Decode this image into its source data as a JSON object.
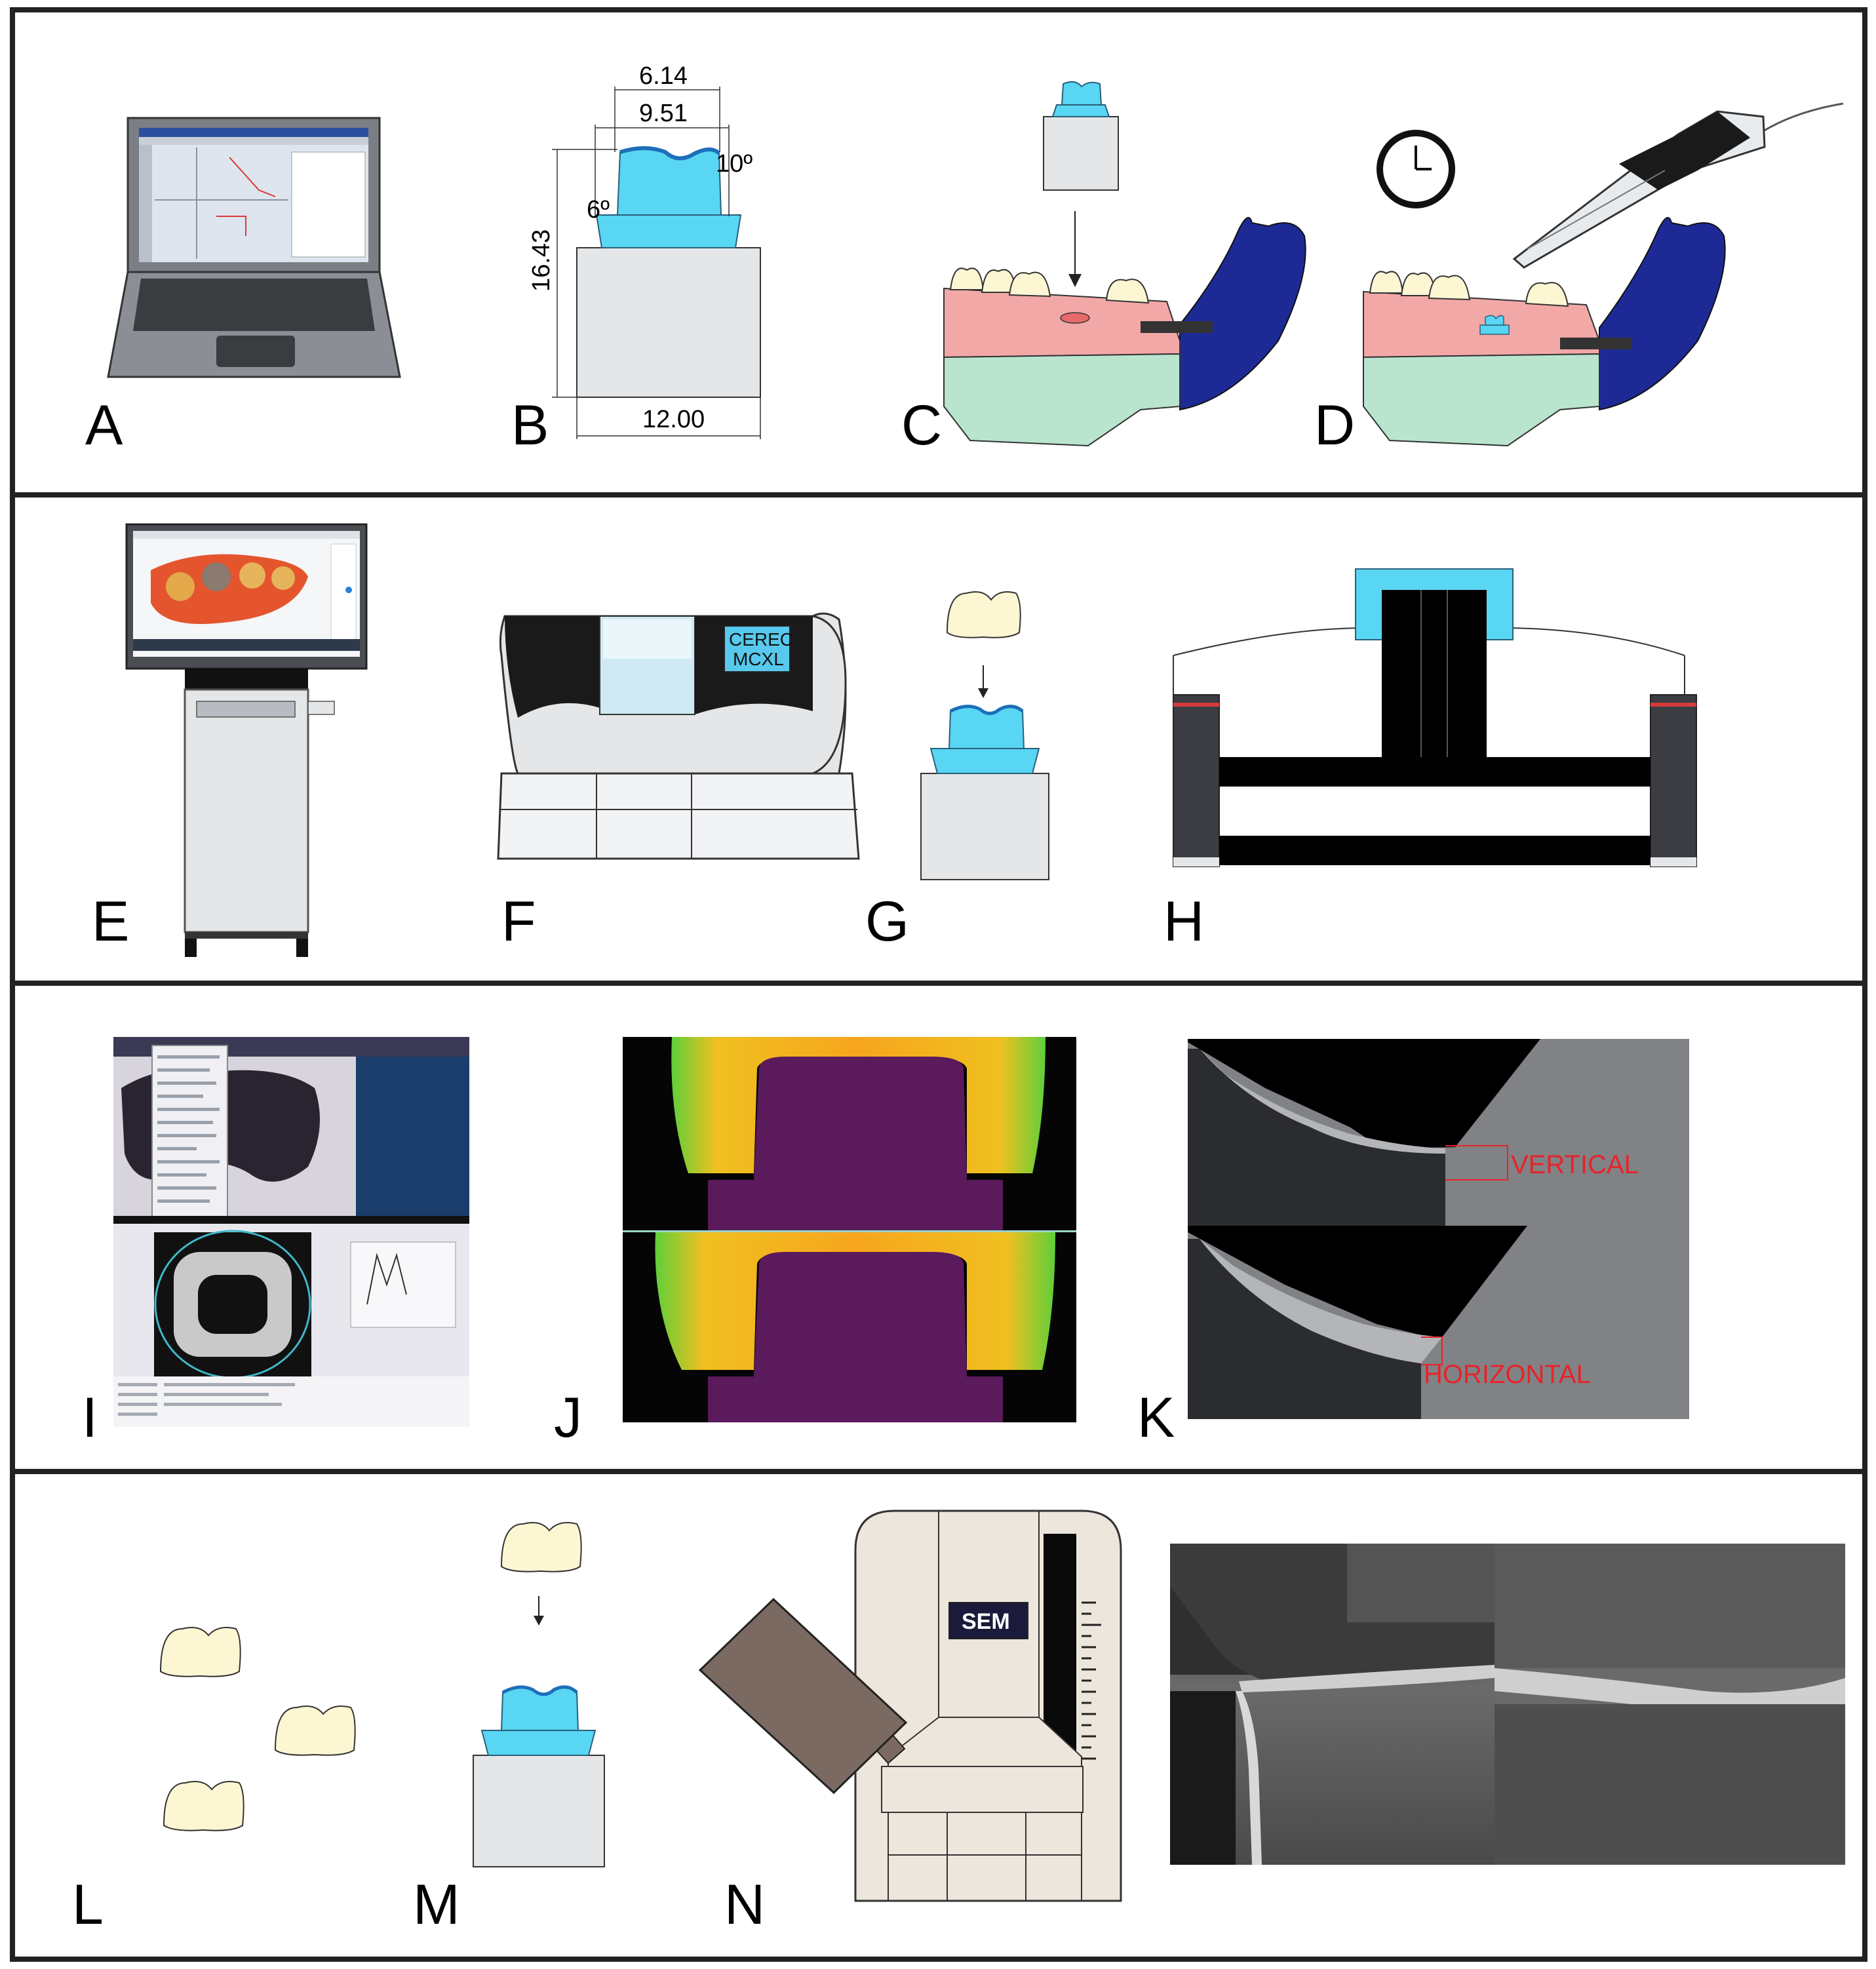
{
  "panels": {
    "A": "A",
    "B": "B",
    "C": "C",
    "D": "D",
    "E": "E",
    "F": "F",
    "G": "G",
    "H": "H",
    "I": "I",
    "J": "J",
    "K": "K",
    "L": "L",
    "M": "M",
    "N": "N"
  },
  "dimensions": {
    "top_width": "6.14",
    "mid_width": "9.51",
    "height": "16.43",
    "base_width": "12.00",
    "angle_right": "10º",
    "angle_left": "6º"
  },
  "mill_label_line1": "CEREC",
  "mill_label_line2": "MCXL",
  "gap_labels": {
    "vertical": "VERTICAL",
    "horizontal": "HORIZONTAL"
  },
  "sem_label": "SEM",
  "colors": {
    "die_blue": "#58d6f3",
    "gum_pink": "#f3a8a8",
    "base_green": "#b9e5cf",
    "jaw_navy": "#1d2a96",
    "block_grey": "#e4e6e8",
    "crown_ivory": "#fdf6d3",
    "label_red": "#e8232a"
  }
}
